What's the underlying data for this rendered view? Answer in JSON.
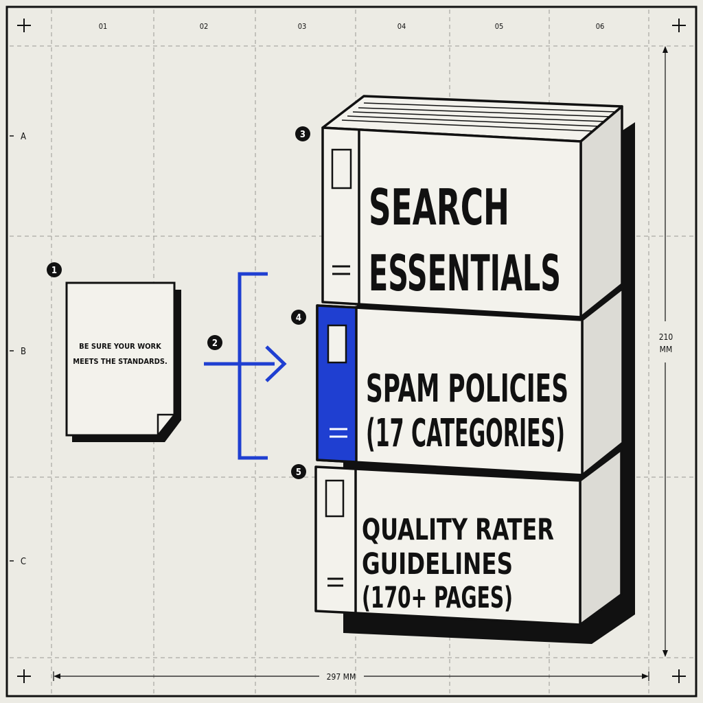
{
  "columns": [
    "01",
    "02",
    "03",
    "04",
    "05",
    "06"
  ],
  "rows": [
    "A",
    "B",
    "C"
  ],
  "dimensions": {
    "width_label": "297 MM",
    "height_value": "210",
    "height_unit": "MM"
  },
  "markers": [
    "1",
    "2",
    "3",
    "4",
    "5"
  ],
  "note": {
    "line1": "BE SURE YOUR WORK",
    "line2": "MEETS THE STANDARDS."
  },
  "books": [
    {
      "lines": [
        "SEARCH",
        "ESSENTIALS"
      ]
    },
    {
      "lines": [
        "SPAM POLICIES",
        "(17 CATEGORIES)"
      ]
    },
    {
      "lines": [
        "QUALITY RATER",
        "GUIDELINES",
        "(170+ PAGES)"
      ]
    }
  ],
  "colors": {
    "accent": "#1f3fd1",
    "ink": "#111111",
    "paper": "#f3f2ec",
    "background": "#ecebe4"
  }
}
